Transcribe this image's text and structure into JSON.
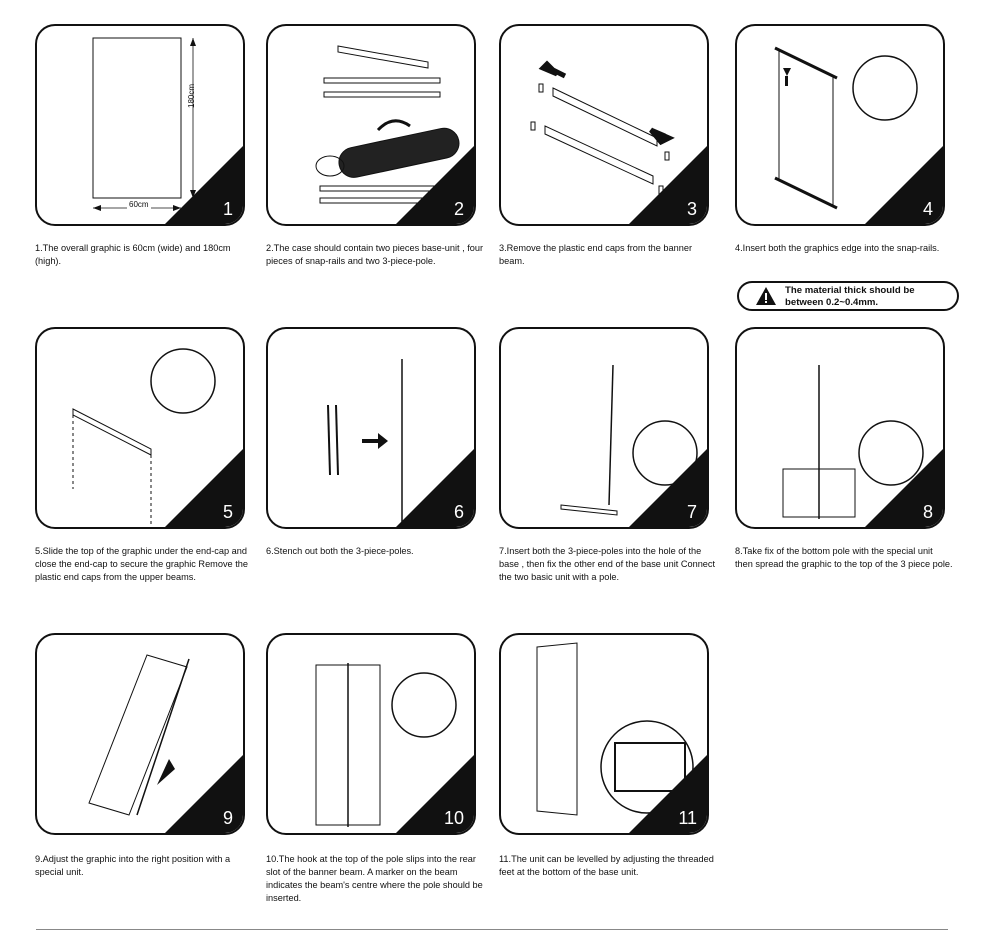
{
  "steps": [
    {
      "num": "1",
      "caption": "1.The overall graphic is 60cm (wide) and 180cm (high).",
      "dim_width": "60cm",
      "dim_height": "180cm"
    },
    {
      "num": "2",
      "caption": "2.The case should contain two pieces base-unit , four pieces of snap-rails and two 3-piece-pole."
    },
    {
      "num": "3",
      "caption": "3.Remove the plastic end caps from the banner beam."
    },
    {
      "num": "4",
      "caption": "4.Insert both the graphics edge into the snap-rails."
    },
    {
      "num": "5",
      "caption": "5.Slide the top of the graphic under the end-cap and close the end-cap to secure the graphic Remove the plastic end caps from the upper beams."
    },
    {
      "num": "6",
      "caption": "6.Stench out both the 3-piece-poles."
    },
    {
      "num": "7",
      "caption": "7.Insert both the 3-piece-poles into the hole of the base , then fix the other end of the base unit Connect the two basic unit with a pole."
    },
    {
      "num": "8",
      "caption": "8.Take fix of the bottom pole with the special unit then spread the graphic to the top of the 3 piece pole."
    },
    {
      "num": "9",
      "caption": "9.Adjust the graphic into the right position with a special unit."
    },
    {
      "num": "10",
      "caption": "10.The hook at the top of the pole slips into the rear slot of the banner beam. A marker on the beam indicates the beam's centre where the pole should be inserted."
    },
    {
      "num": "11",
      "caption": "11.The unit can be levelled by adjusting the threaded feet at the bottom of the base unit."
    }
  ],
  "warning": {
    "text": "The material thick should be between  0.2~0.4mm.",
    "icon": "warning-triangle-icon"
  },
  "colors": {
    "ink": "#111111",
    "paper": "#ffffff"
  }
}
